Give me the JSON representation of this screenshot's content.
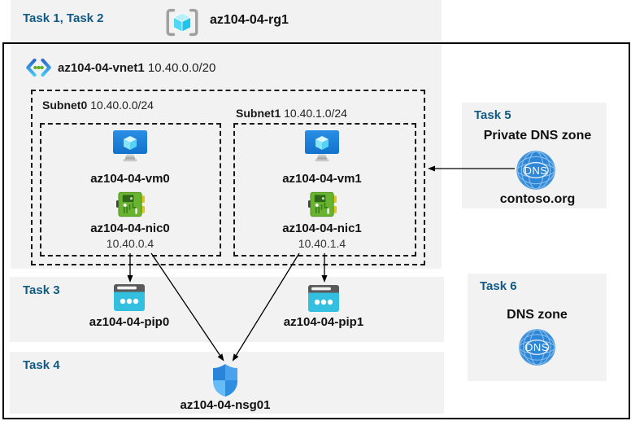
{
  "colors": {
    "panel_bg": "#f2f2f2",
    "task_label": "#115a83",
    "outline": "#000000",
    "vm_blue": "#1b7fdb",
    "nic_green": "#68b42e",
    "pip_cyan": "#33bfdf",
    "shield_blue": "#2a84da",
    "dns_blue": "#2d86d6"
  },
  "header": {
    "task_label": "Task 1, Task 2",
    "resource_group": "az104-04-rg1"
  },
  "vnet": {
    "name": "az104-04-vnet1",
    "cidr": "10.40.0.0/20",
    "subnets": [
      {
        "name": "Subnet0",
        "cidr": "10.40.0.0/24",
        "vm": "az104-04-vm0",
        "nic": "az104-04-nic0",
        "ip": "10.40.0.4"
      },
      {
        "name": "Subnet1",
        "cidr": "10.40.1.0/24",
        "vm": "az104-04-vm1",
        "nic": "az104-04-nic1",
        "ip": "10.40.1.4"
      }
    ]
  },
  "task3": {
    "task_label": "Task 3",
    "pip0": "az104-04-pip0",
    "pip1": "az104-04-pip1"
  },
  "task4": {
    "task_label": "Task 4",
    "nsg": "az104-04-nsg01"
  },
  "task5": {
    "task_label": "Task 5",
    "title": "Private DNS zone",
    "dns_icon_text": "DNS",
    "zone": "contoso.org"
  },
  "task6": {
    "task_label": "Task 6",
    "title": "DNS zone",
    "dns_icon_text": "DNS"
  },
  "icons": {
    "resource_group": "resource-group-icon",
    "virtual_network": "virtual-network-icon",
    "virtual_machine": "virtual-machine-icon",
    "network_interface": "network-interface-icon",
    "public_ip": "public-ip-icon",
    "nsg": "network-security-group-icon",
    "dns": "dns-zone-icon"
  }
}
